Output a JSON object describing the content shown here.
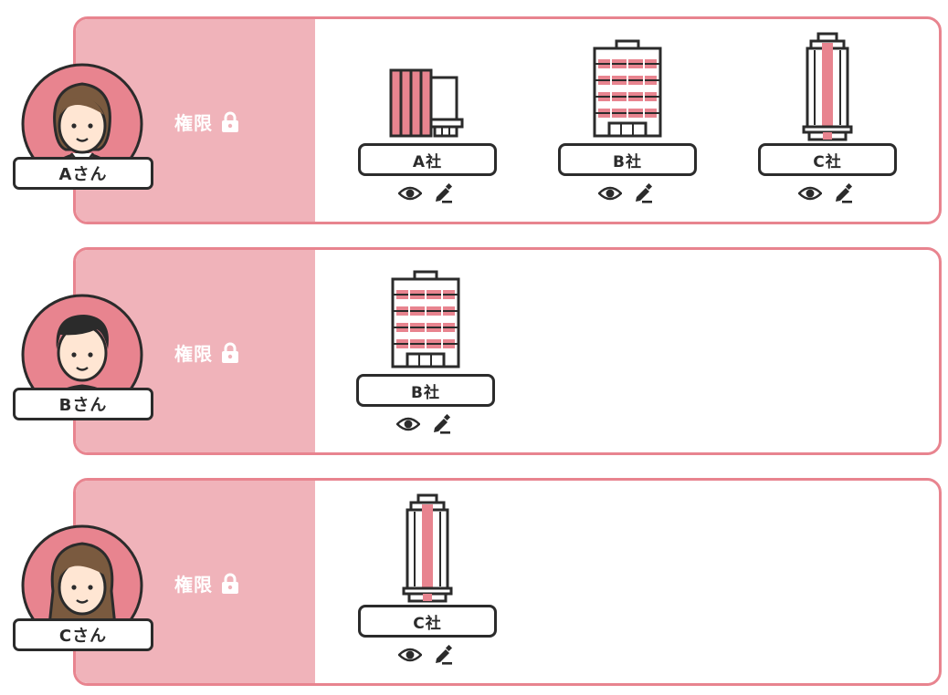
{
  "permission_label": "権限",
  "users": [
    {
      "name": "Aさん",
      "avatar": "woman-short-hair",
      "companies": [
        {
          "label": "A社",
          "building": "low-building-icon"
        },
        {
          "label": "B社",
          "building": "office-building-icon"
        },
        {
          "label": "C社",
          "building": "tower-building-icon"
        }
      ]
    },
    {
      "name": "Bさん",
      "avatar": "man-with-tie",
      "companies": [
        {
          "label": "B社",
          "building": "office-building-icon"
        }
      ]
    },
    {
      "name": "Cさん",
      "avatar": "woman-long-hair",
      "companies": [
        {
          "label": "C社",
          "building": "tower-building-icon"
        }
      ]
    }
  ],
  "actions": [
    "view-icon",
    "edit-icon"
  ],
  "colors": {
    "accent": "#e8848f",
    "band": "#f0b3ba",
    "ink": "#2b2b2b",
    "skin": "#ffe6d3"
  }
}
